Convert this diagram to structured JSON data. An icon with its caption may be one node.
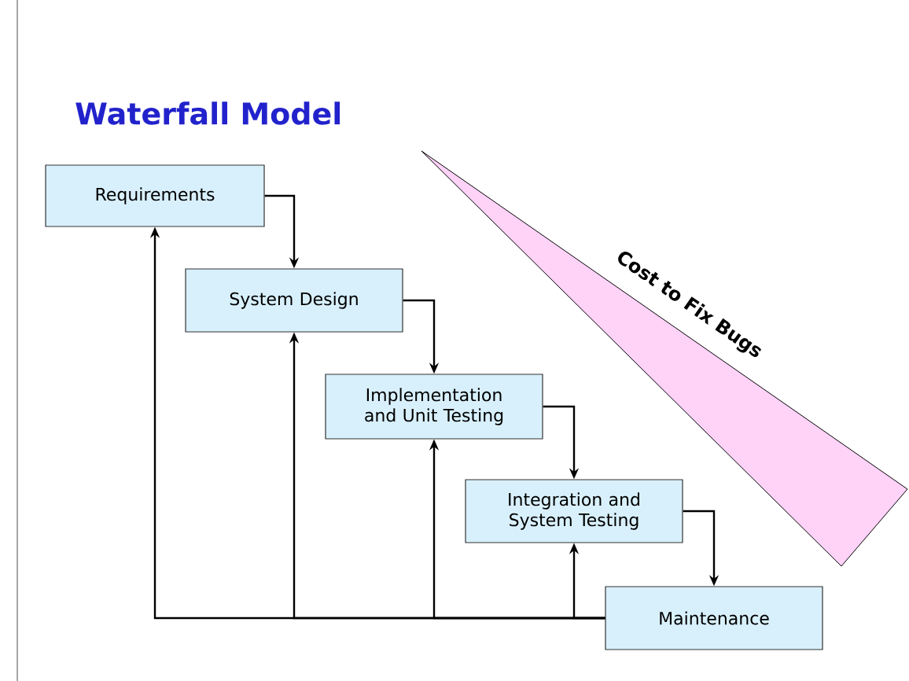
{
  "diagram": {
    "title": "Waterfall Model",
    "nodes": [
      {
        "text": [
          "Requirements"
        ]
      },
      {
        "text": [
          "System Design"
        ]
      },
      {
        "text": [
          "Implementation and Unit Testing"
        ]
      },
      {
        "text": [
          "Integration and System Testing"
        ]
      },
      {
        "text": [
          "Maintenance"
        ]
      }
    ],
    "edges": [
      {
        "from": 0,
        "to": 1,
        "arrow": "to"
      },
      {
        "from": 1,
        "to": 2,
        "arrow": "to"
      },
      {
        "from": 2,
        "to": 3,
        "arrow": "to"
      },
      {
        "from": 3,
        "to": 4,
        "arrow": "to"
      },
      {
        "from": 4,
        "to": 0,
        "arrow": "to"
      },
      {
        "from": 4,
        "to": 1,
        "arrow": "to"
      },
      {
        "from": 4,
        "to": 2,
        "arrow": "to"
      },
      {
        "from": 4,
        "to": 3,
        "arrow": "to"
      }
    ],
    "labels": [
      "Cost to Fix Bugs"
    ]
  }
}
